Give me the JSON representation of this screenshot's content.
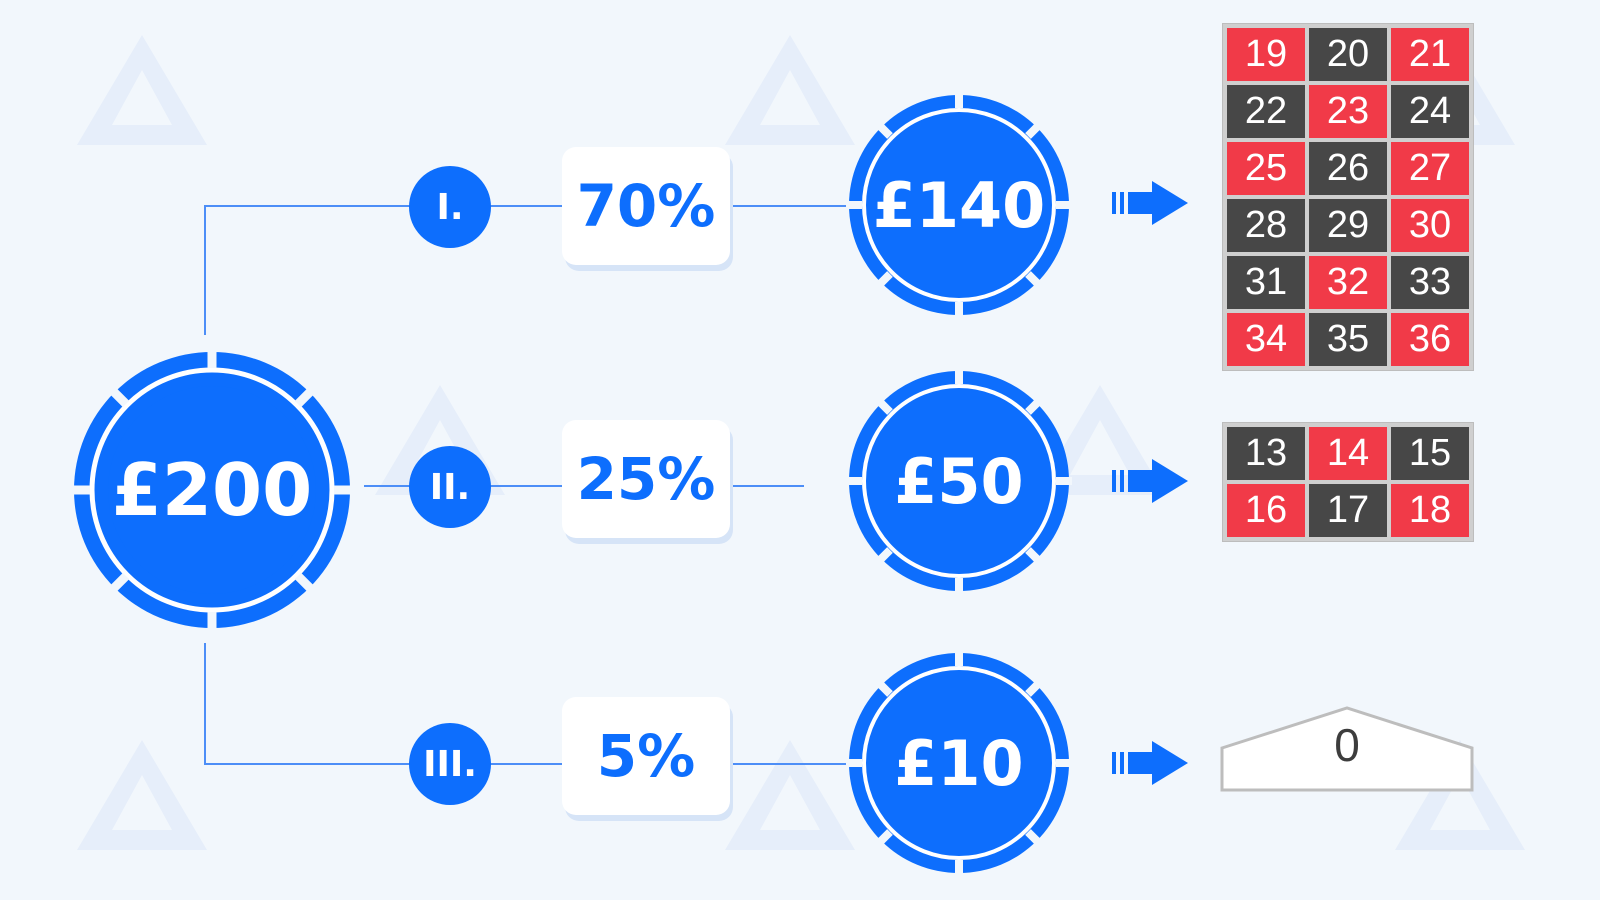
{
  "colors": {
    "accent": "#0d6efd",
    "background": "#f2f7fc",
    "red": "#f13a48",
    "black": "#474747"
  },
  "root": {
    "amount": "£200"
  },
  "branches": [
    {
      "numeral": "I.",
      "percent": "70%",
      "amount": "£140",
      "numbers": [
        {
          "n": "19",
          "c": "red"
        },
        {
          "n": "20",
          "c": "black"
        },
        {
          "n": "21",
          "c": "red"
        },
        {
          "n": "22",
          "c": "black"
        },
        {
          "n": "23",
          "c": "red"
        },
        {
          "n": "24",
          "c": "black"
        },
        {
          "n": "25",
          "c": "red"
        },
        {
          "n": "26",
          "c": "black"
        },
        {
          "n": "27",
          "c": "red"
        },
        {
          "n": "28",
          "c": "black"
        },
        {
          "n": "29",
          "c": "black"
        },
        {
          "n": "30",
          "c": "red"
        },
        {
          "n": "31",
          "c": "black"
        },
        {
          "n": "32",
          "c": "red"
        },
        {
          "n": "33",
          "c": "black"
        },
        {
          "n": "34",
          "c": "red"
        },
        {
          "n": "35",
          "c": "black"
        },
        {
          "n": "36",
          "c": "red"
        }
      ]
    },
    {
      "numeral": "II.",
      "percent": "25%",
      "amount": "£50",
      "numbers": [
        {
          "n": "13",
          "c": "black"
        },
        {
          "n": "14",
          "c": "red"
        },
        {
          "n": "15",
          "c": "black"
        },
        {
          "n": "16",
          "c": "red"
        },
        {
          "n": "17",
          "c": "black"
        },
        {
          "n": "18",
          "c": "red"
        }
      ]
    },
    {
      "numeral": "III.",
      "percent": "5%",
      "amount": "£10",
      "zero": "0"
    }
  ],
  "icons": {
    "arrow": "arrow-right-icon",
    "watermark": "logo-watermark-icon"
  }
}
